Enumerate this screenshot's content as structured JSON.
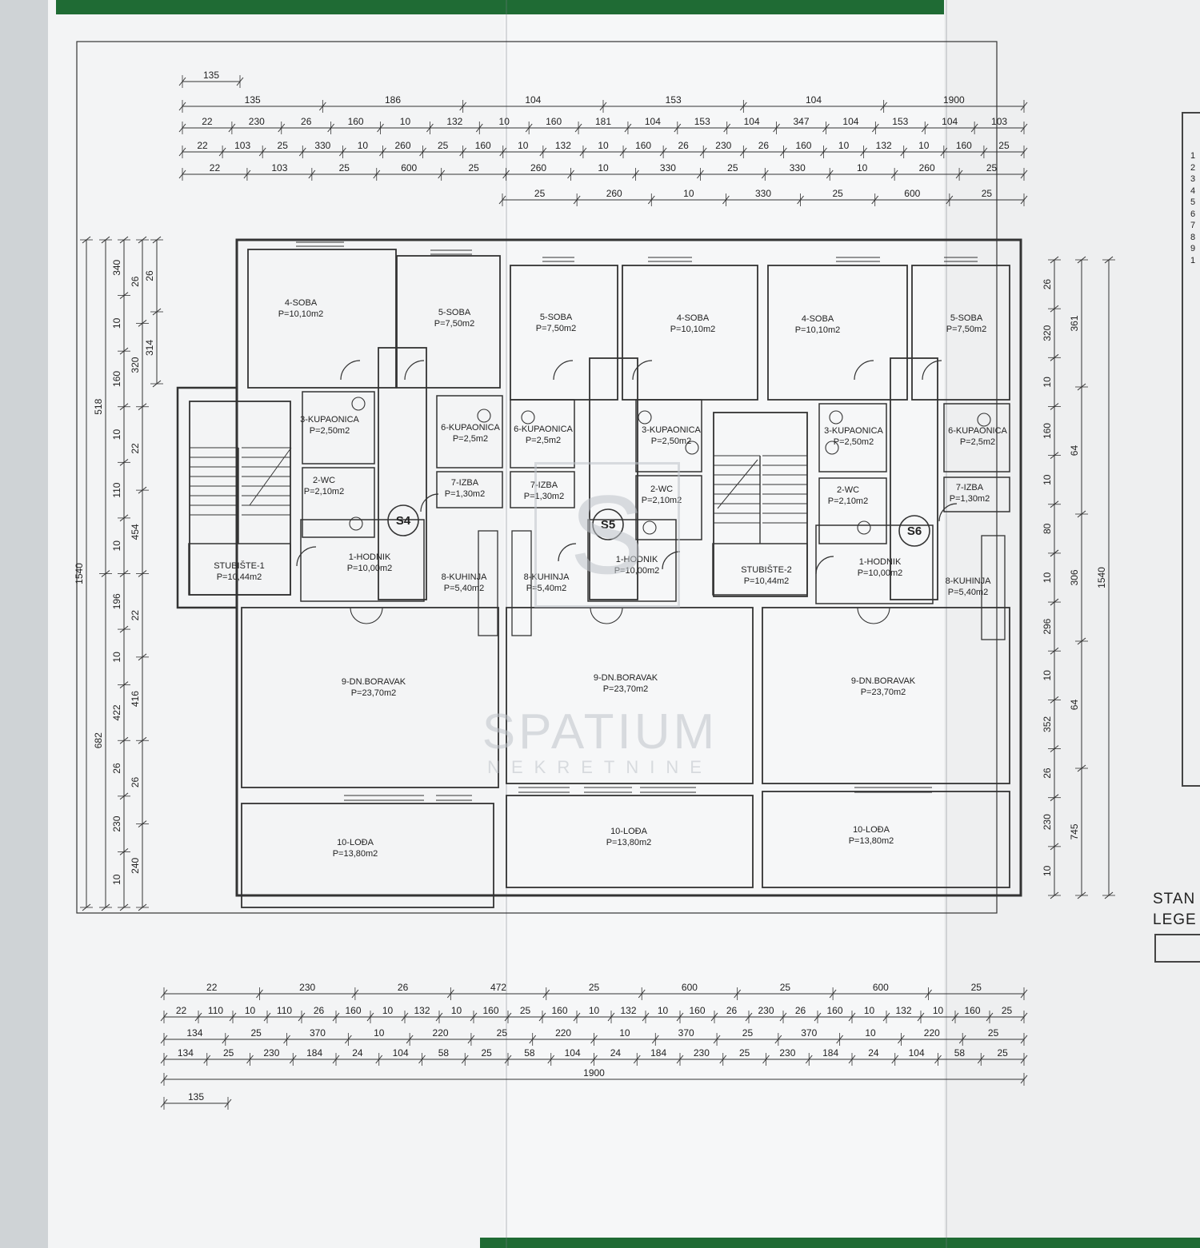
{
  "dimensions": {
    "top": {
      "row0": [
        "135"
      ],
      "row1": [
        "135",
        "186",
        "104",
        "153",
        "104",
        "1900"
      ],
      "row2": [
        "22",
        "230",
        "26",
        "160",
        "10",
        "132",
        "10",
        "160",
        "181",
        "104",
        "153",
        "104",
        "347",
        "104",
        "153",
        "104",
        "103"
      ],
      "row3": [
        "22",
        "103",
        "25",
        "330",
        "10",
        "260",
        "25",
        "160",
        "10",
        "132",
        "10",
        "160",
        "26",
        "230",
        "26",
        "160",
        "10",
        "132",
        "10",
        "160",
        "25"
      ],
      "row4": [
        "22",
        "103",
        "25",
        "600",
        "25",
        "260",
        "10",
        "330",
        "25",
        "330",
        "10",
        "260",
        "25"
      ],
      "row5": [
        "25",
        "260",
        "10",
        "330",
        "25",
        "600",
        "25"
      ]
    },
    "bottom": {
      "row1": [
        "22",
        "230",
        "26",
        "472",
        "25",
        "600",
        "25",
        "600",
        "25"
      ],
      "row2": [
        "22",
        "110",
        "10",
        "110",
        "26",
        "160",
        "10",
        "132",
        "10",
        "160",
        "25",
        "160",
        "10",
        "132",
        "10",
        "160",
        "26",
        "230",
        "26",
        "160",
        "10",
        "132",
        "10",
        "160",
        "25"
      ],
      "row3": [
        "134",
        "25",
        "370",
        "10",
        "220",
        "25",
        "220",
        "10",
        "370",
        "25",
        "370",
        "10",
        "220",
        "25"
      ],
      "row4": [
        "134",
        "25",
        "230",
        "184",
        "24",
        "104",
        "58",
        "25",
        "58",
        "104",
        "24",
        "184",
        "230",
        "25",
        "230",
        "184",
        "24",
        "104",
        "58",
        "25"
      ],
      "row5": [
        "1900"
      ],
      "row6": [
        "135"
      ]
    },
    "left": {
      "col1": [
        "1540"
      ],
      "col2": [
        "518",
        "682"
      ],
      "col3": [
        "340",
        "10",
        "160",
        "10",
        "110",
        "10",
        "196",
        "10",
        "422",
        "26",
        "230",
        "10"
      ],
      "col4": [
        "26",
        "320",
        "22",
        "454",
        "22",
        "416",
        "26",
        "240"
      ],
      "col5": [
        "26",
        "314"
      ]
    },
    "right": {
      "col1": [
        "26",
        "320",
        "10",
        "160",
        "10",
        "80",
        "10",
        "296",
        "10",
        "352",
        "26",
        "230",
        "10"
      ],
      "col2": [
        "361",
        "64",
        "306",
        "64",
        "745"
      ],
      "col3": [
        "1540"
      ]
    }
  },
  "rooms": [
    {
      "name": "4-SOBA",
      "area": "P=10,10m2"
    },
    {
      "name": "5-SOBA",
      "area": "P=7,50m2"
    },
    {
      "name": "5-SOBA",
      "area": "P=7,50m2"
    },
    {
      "name": "4-SOBA",
      "area": "P=10,10m2"
    },
    {
      "name": "4-SOBA",
      "area": "P=10,10m2"
    },
    {
      "name": "5-SOBA",
      "area": "P=7,50m2"
    },
    {
      "name": "3-KUPAONICA",
      "area": "P=2,50m2"
    },
    {
      "name": "6-KUPAONICA",
      "area": "P=2,5m2"
    },
    {
      "name": "6-KUPAONICA",
      "area": "P=2,5m2"
    },
    {
      "name": "3-KUPAONICA",
      "area": "P=2,50m2"
    },
    {
      "name": "3-KUPAONICA",
      "area": "P=2,50m2"
    },
    {
      "name": "6-KUPAONICA",
      "area": "P=2,5m2"
    },
    {
      "name": "2-WC",
      "area": "P=2,10m2"
    },
    {
      "name": "2-WC",
      "area": "P=2,10m2"
    },
    {
      "name": "2-WC",
      "area": "P=2,10m2"
    },
    {
      "name": "7-IZBA",
      "area": "P=1,30m2"
    },
    {
      "name": "7-IZBA",
      "area": "P=1,30m2"
    },
    {
      "name": "7-IZBA",
      "area": "P=1,30m2"
    },
    {
      "name": "1-HODNIK",
      "area": "P=10,00m2"
    },
    {
      "name": "1-HODNIK",
      "area": "P=10,00m2"
    },
    {
      "name": "1-HODNIK",
      "area": "P=10,00m2"
    },
    {
      "name": "8-KUHINJA",
      "area": "P=5,40m2"
    },
    {
      "name": "8-KUHINJA",
      "area": "P=5,40m2"
    },
    {
      "name": "8-KUHINJA",
      "area": "P=5,40m2"
    },
    {
      "name": "STUBIŠTE-1",
      "area": "P=10,44m2"
    },
    {
      "name": "STUBIŠTE-2",
      "area": "P=10,44m2"
    },
    {
      "name": "9-DN.BORAVAK",
      "area": "P=23,70m2"
    },
    {
      "name": "9-DN.BORAVAK",
      "area": "P=23,70m2"
    },
    {
      "name": "9-DN.BORAVAK",
      "area": "P=23,70m2"
    },
    {
      "name": "10-LOĐA",
      "area": "P=13,80m2"
    },
    {
      "name": "10-LOĐA",
      "area": "P=13,80m2"
    },
    {
      "name": "10-LOĐA",
      "area": "P=13,80m2"
    }
  ],
  "unit_tags": [
    "S4",
    "S5",
    "S6"
  ],
  "legend": {
    "line1": "STAN",
    "line2": "LEGE"
  },
  "table_digits": [
    "1",
    "2",
    "3",
    "4",
    "5",
    "6",
    "7",
    "8",
    "9",
    "1"
  ],
  "watermark": {
    "logo": "S",
    "name": "SPATIUM",
    "sub": "NEKRETNINE"
  }
}
